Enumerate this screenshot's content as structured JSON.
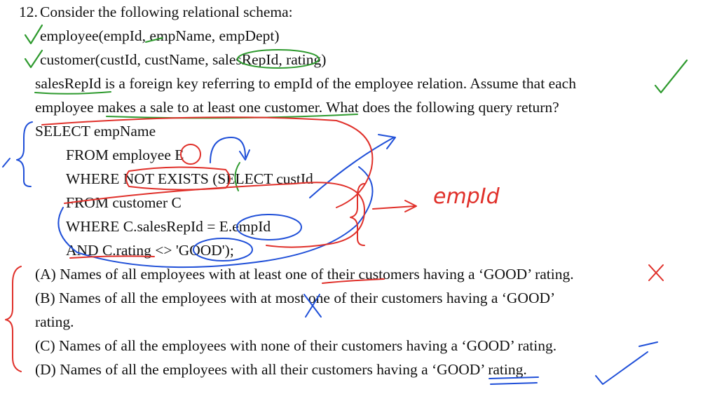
{
  "question": {
    "number": "12.",
    "intro": "Consider the following relational schema:",
    "schema": [
      "employee(empId, empName, empDept)",
      "customer(custId, custName, salesRepId, rating)"
    ],
    "description": [
      "salesRepId is a foreign key referring to empId of the employee relation. Assume that each",
      "employee makes a sale to at least one customer. What does the following query return?"
    ],
    "query": [
      "SELECT empName",
      "FROM employee E",
      "WHERE NOT EXISTS (SELECT custId",
      "FROM customer C",
      "WHERE C.salesRepId = E.empId",
      "AND C.rating <> 'GOOD');"
    ],
    "options": [
      "(A) Names of all employees with at least one of their customers having a ‘GOOD’ rating.",
      "(B) Names of all the employees with at most one of their customers having a ‘GOOD’",
      "rating.",
      "(C) Names of all the employees with none of their customers having a ‘GOOD’ rating.",
      "(D) Names of all the employees with all their customers having a ‘GOOD’ rating."
    ]
  },
  "annotations": {
    "handwritten_note": "empId",
    "colors": {
      "red": "#e0302a",
      "blue": "#1f4fd8",
      "green": "#2e9a2e",
      "text": "#111111"
    }
  }
}
